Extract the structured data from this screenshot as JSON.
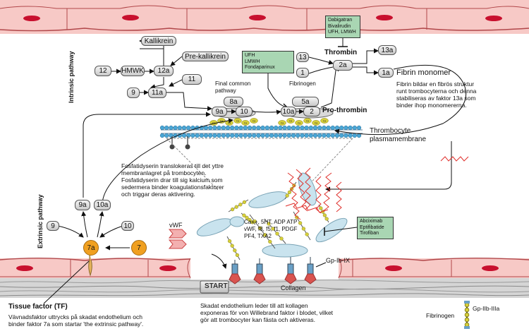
{
  "labels": {
    "intrinsic": "Intrinsic pathway",
    "extrinsic": "Extrinsic pathway",
    "final_common": [
      "Final common",
      "pathway"
    ],
    "thrombin": "Thrombin",
    "pro_thrombin": "Pro-thrombin",
    "fibrin_monomer": "Fibrin monomer",
    "fibrinogen": "Fibrinogen",
    "thrombocyte_membrane": [
      "Thrombocyte",
      "plasmamembrane"
    ],
    "vwf": "vWF",
    "gp_ib_ix": "Gp-Ib-IX",
    "start": "START",
    "collagen": "Collagen",
    "tissue_factor_title": "Tissue factor (TF)",
    "legend_fibrinogen": "Fibrinogen",
    "legend_gp": "Gp-IIb-IIIa",
    "ca": "Ca"
  },
  "factors": {
    "kallikrein": "Kallikrein",
    "pre_kallikrein": "Pre-kallikrein",
    "hmwk": "HMWK",
    "f12": "12",
    "f12a": "12a",
    "f11": "11",
    "f11a": "11a",
    "f9": "9",
    "f8a": "8a",
    "f9a": "9a",
    "f10": "10",
    "f5a": "5a",
    "f10a": "10a",
    "f2": "2",
    "f13": "13",
    "f13a": "13a",
    "f2a": "2a",
    "f1": "1",
    "f1a": "1a",
    "e9a": "9a",
    "e10a": "10a",
    "e9": "9",
    "e10": "10",
    "f7a": "7a",
    "f7": "7"
  },
  "drugs": {
    "thrombin_inhibitors": [
      "Dabigatran",
      "Bivalirudin",
      "UFH, LMWH"
    ],
    "xa_inhibitors": [
      "UFH",
      "LMWH",
      "Fondaparinux"
    ],
    "gp_inhibitors": [
      "Abciximab",
      "Eptifibatide",
      "Tirofiban"
    ]
  },
  "texts": {
    "fibrin_desc": [
      "Fibrin bildar en fibrös struktur",
      "runt trombocyterna och denna",
      "stabiliseras av faktor 13a som",
      "binder ihop monomererna."
    ],
    "phosphatidylserine": [
      "Fosfatidyserin translokeras till det yttre",
      "membranlagret på trombocyten.",
      "Fosfatidyserin drar till sig kalcium som",
      "sedermera binder koagulationsfaktorer",
      "och triggar deras aktivering."
    ],
    "granules": [
      "Ca++, 5HT, ADP ATP",
      "vWF, f8, f5, f1, PDGF",
      "PF4, TXA2"
    ],
    "tissue_factor": [
      "Vävnadsfaktor uttrycks på skadat endothelium och",
      "binder faktor 7a som startar 'the extrinsic pathway'."
    ],
    "endothelium": [
      "Skadat endothelium leder till att kollagen",
      "exponeras för von Willebrand faktor i blodet, vilket",
      "gör att trombocyter kan fästa och aktiveras."
    ]
  },
  "colors": {
    "vessel_wall": "#f7c9c6",
    "vessel_border": "#b1474a",
    "red_cell": "#c8102e",
    "drug_box": "#a9d6b3",
    "factor7": "#f0a020",
    "calcium": "#d6cf3a",
    "membrane_head": "#4aa6d6",
    "platelet": "#c9e3ee",
    "collagen": "#d5d5d5",
    "fibrin": "#e0302c"
  }
}
